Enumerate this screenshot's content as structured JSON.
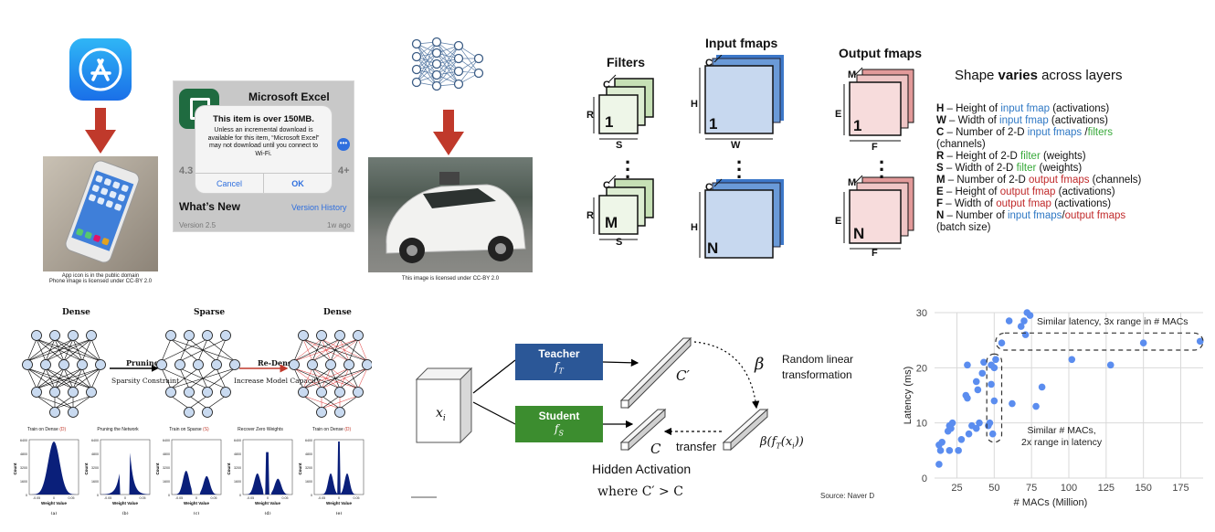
{
  "panel_app_store": {
    "app_icon_caption": "App icon is in the public domain",
    "phone_caption": "Phone image is licensed under CC-BY 2.0",
    "excel": {
      "app_name": "Microsoft Excel",
      "rating": "4.3",
      "age": "4+",
      "dialog_title": "This item is over 150MB.",
      "dialog_body": "Unless an incremental download is available for this item, “Microsoft Excel” may not download until you connect to Wi-Fi.",
      "cancel_label": "Cancel",
      "ok_label": "OK",
      "whats_new": "What’s New",
      "version_history": "Version History",
      "version": "Version 2.5",
      "time_ago": "1w ago"
    },
    "car_caption": "This image is licensed under CC-BY 2.0"
  },
  "panel_shapes": {
    "filters_title": "Filters",
    "input_title": "Input fmaps",
    "output_title": "Output fmaps",
    "shape_title_pre": "Shape ",
    "shape_title_bold": "varies",
    "shape_title_post": " across layers",
    "dim_labels": {
      "C": "C",
      "R": "R",
      "S": "S",
      "H": "H",
      "W": "W",
      "M": "M",
      "E": "E",
      "F": "F",
      "N": "N",
      "one": "1"
    },
    "legend": [
      {
        "key": "H",
        "pre": " – Height of ",
        "hl": "input fmap",
        "hl_color": "blue",
        "post": " (activations)"
      },
      {
        "key": "W",
        "pre": " – Width of ",
        "hl": "input fmap",
        "hl_color": "blue",
        "post": " (activations)"
      },
      {
        "key": "C",
        "pre": " – Number of 2-D ",
        "hl": "input fmaps",
        "hl_color": "blue",
        "mid": " /",
        "hl2": "filters",
        "hl2_color": "green",
        "post": ""
      },
      {
        "key": "",
        "pre": "(channels)",
        "hl": "",
        "post": ""
      },
      {
        "key": "R",
        "pre": " – Height of 2-D ",
        "hl": "filter",
        "hl_color": "green",
        "post": " (weights)"
      },
      {
        "key": "S",
        "pre": " – Width of 2-D ",
        "hl": "filter",
        "hl_color": "green",
        "post": " (weights)"
      },
      {
        "key": "M",
        "pre": " – Number of 2-D ",
        "hl": "output fmaps",
        "hl_color": "red",
        "post": " (channels)"
      },
      {
        "key": "E",
        "pre": " – Height of ",
        "hl": "output fmap",
        "hl_color": "red",
        "post": "  (activations)"
      },
      {
        "key": "F",
        "pre": " – Width of ",
        "hl": "output fmap",
        "hl_color": "red",
        "post": " (activations)"
      },
      {
        "key": "N",
        "pre": " – Number of ",
        "hl": "input fmaps",
        "hl_color": "blue",
        "mid": "/",
        "hl2": "output fmaps",
        "hl2_color": "red",
        "post": ""
      },
      {
        "key": "",
        "pre": "(batch size)",
        "hl": "",
        "post": ""
      }
    ]
  },
  "panel_pruning": {
    "dense_left": "Dense",
    "sparse": "Sparse",
    "dense_right": "Dense",
    "pruning": "Pruning",
    "sparsity_constraint": "Sparsity Constraint",
    "re_dense": "Re-Dense",
    "increase_capacity": "Increase Model Capacity",
    "hist_titles": [
      {
        "t": "Train on Dense ",
        "tag": "(D)"
      },
      {
        "t": "Pruning the Network",
        "tag": ""
      },
      {
        "t": "Train on Sparse ",
        "tag": "(S)"
      },
      {
        "t": "Recover Zero Weights",
        "tag": ""
      },
      {
        "t": "Train on Dense ",
        "tag": "(D)"
      }
    ],
    "sub_labels": [
      "(a)",
      "(b)",
      "(c)",
      "(d)",
      "(e)"
    ],
    "x_ticks": [
      "-0.05",
      "0",
      "0.05"
    ],
    "y_label": "Count",
    "x_label": "Weight Value",
    "y_ticks": [
      "6400",
      "4800",
      "3200",
      "1600",
      "0"
    ]
  },
  "panel_distill": {
    "teacher": "Teacher",
    "teacher_f": "f",
    "teacher_sub": "T",
    "student": "Student",
    "student_f": "f",
    "student_sub": "S",
    "x_i": "x",
    "x_sub": "i",
    "c_prime": "C′",
    "c": "C",
    "beta": "β",
    "random_linear": "Random linear",
    "transformation": "transformation",
    "transfer": "transfer",
    "beta_expr": "β(f",
    "beta_expr_sub": "T",
    "beta_expr_post": "(x",
    "beta_expr_close": "))",
    "hidden_activation": "Hidden Activation",
    "where": "where  C′ > C",
    "source": "Source: Naver D"
  },
  "panel_latency": {
    "annotation_top": "Similar latency, 3x range in # MACs",
    "annotation_mid_1": "Similar # MACs,",
    "annotation_mid_2": "2x range in latency"
  },
  "chart_data": {
    "type": "scatter",
    "xlabel": "# MACs (Million)",
    "ylabel": "Latency (ms)",
    "xlim": [
      10,
      190
    ],
    "ylim": [
      0,
      30
    ],
    "x_ticks": [
      25,
      50,
      75,
      100,
      125,
      150,
      175
    ],
    "y_ticks": [
      0,
      10,
      20,
      30
    ],
    "grid": true,
    "color": "#5b8def",
    "series": [
      {
        "points": [
          [
            13,
            2.5
          ],
          [
            14,
            5
          ],
          [
            13,
            6
          ],
          [
            15,
            6.5
          ],
          [
            19,
            8.5
          ],
          [
            20,
            9.5
          ],
          [
            21,
            9
          ],
          [
            20,
            5
          ],
          [
            22,
            10
          ],
          [
            26,
            5
          ],
          [
            28,
            7
          ],
          [
            31,
            15
          ],
          [
            32,
            14.5
          ],
          [
            32,
            20.5
          ],
          [
            33,
            8
          ],
          [
            35,
            9.5
          ],
          [
            38,
            9
          ],
          [
            38,
            17.5
          ],
          [
            39,
            16
          ],
          [
            40,
            10
          ],
          [
            42,
            19
          ],
          [
            43,
            21
          ],
          [
            46,
            9.5
          ],
          [
            47,
            10
          ],
          [
            48,
            17
          ],
          [
            48,
            20.5
          ],
          [
            49,
            8
          ],
          [
            50,
            20
          ],
          [
            51,
            21.5
          ],
          [
            55,
            24.5
          ],
          [
            60,
            28.5
          ],
          [
            62,
            13.5
          ],
          [
            68,
            27.5
          ],
          [
            70,
            28.5
          ],
          [
            71,
            26
          ],
          [
            72,
            30
          ],
          [
            74,
            29.5
          ],
          [
            78,
            13
          ],
          [
            82,
            16.5
          ],
          [
            102,
            21.5
          ],
          [
            128,
            20.5
          ],
          [
            150,
            24.5
          ],
          [
            188,
            24.8
          ],
          [
            50,
            14
          ]
        ]
      }
    ]
  }
}
